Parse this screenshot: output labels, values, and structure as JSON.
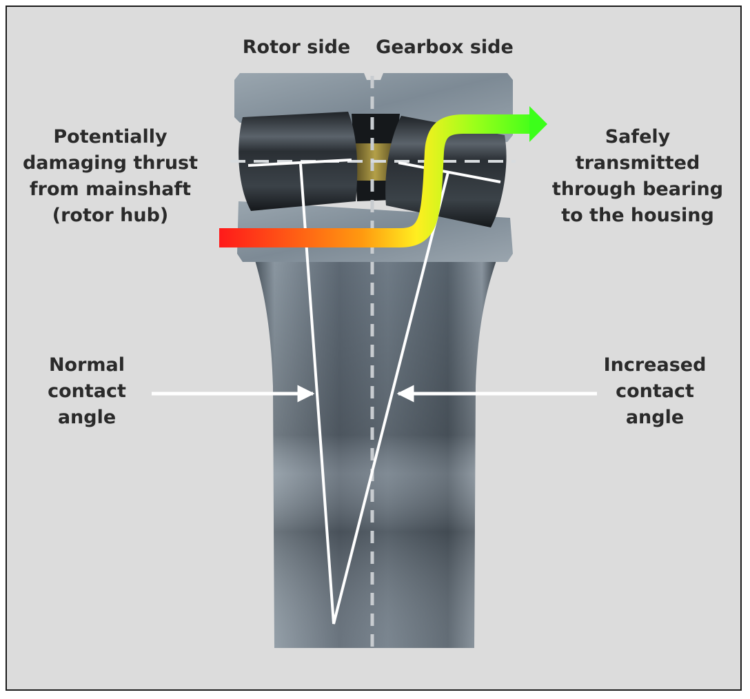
{
  "labels": {
    "rotor_side": "Rotor side",
    "gearbox_side": "Gearbox side",
    "thrust": [
      "Potentially",
      "damaging thrust",
      "from mainshaft",
      "(rotor hub)"
    ],
    "transmitted": [
      "Safely",
      "transmitted",
      "through bearing",
      "to the housing"
    ],
    "normal": [
      "Normal",
      "contact",
      "angle"
    ],
    "increased": [
      "Increased",
      "contact",
      "angle"
    ]
  },
  "colors": {
    "background": "#dcdcdc",
    "steel": "#6e7c88",
    "roller": "#2b3035",
    "cage": "#9c8a3a",
    "thrust_start": "#ff1a1a",
    "thrust_mid": "#ffe01a",
    "thrust_end": "#4cff1a",
    "line": "#ffffff"
  }
}
